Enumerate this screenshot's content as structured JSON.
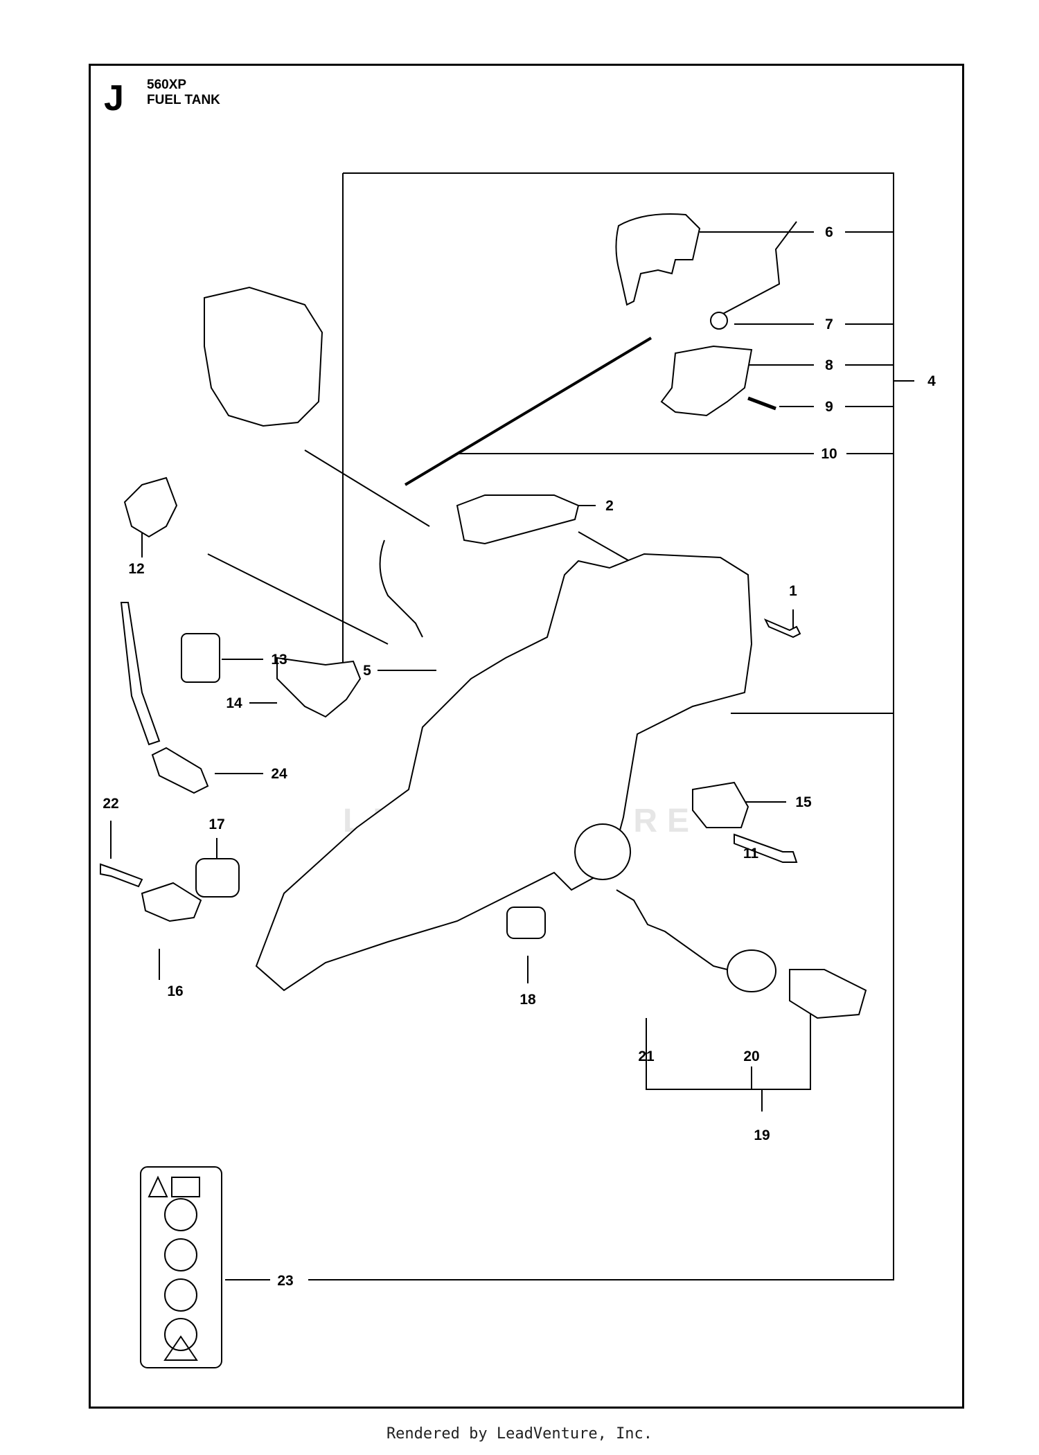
{
  "header": {
    "section_letter": "J",
    "model": "560XP",
    "title": "FUEL TANK"
  },
  "watermark": "LEADVENTURE",
  "footer": "Rendered by LeadVenture, Inc.",
  "callouts": [
    "1",
    "2",
    "4",
    "5",
    "6",
    "7",
    "8",
    "9",
    "10",
    "11",
    "12",
    "13",
    "14",
    "15",
    "16",
    "17",
    "18",
    "19",
    "20",
    "21",
    "22",
    "23",
    "24"
  ]
}
